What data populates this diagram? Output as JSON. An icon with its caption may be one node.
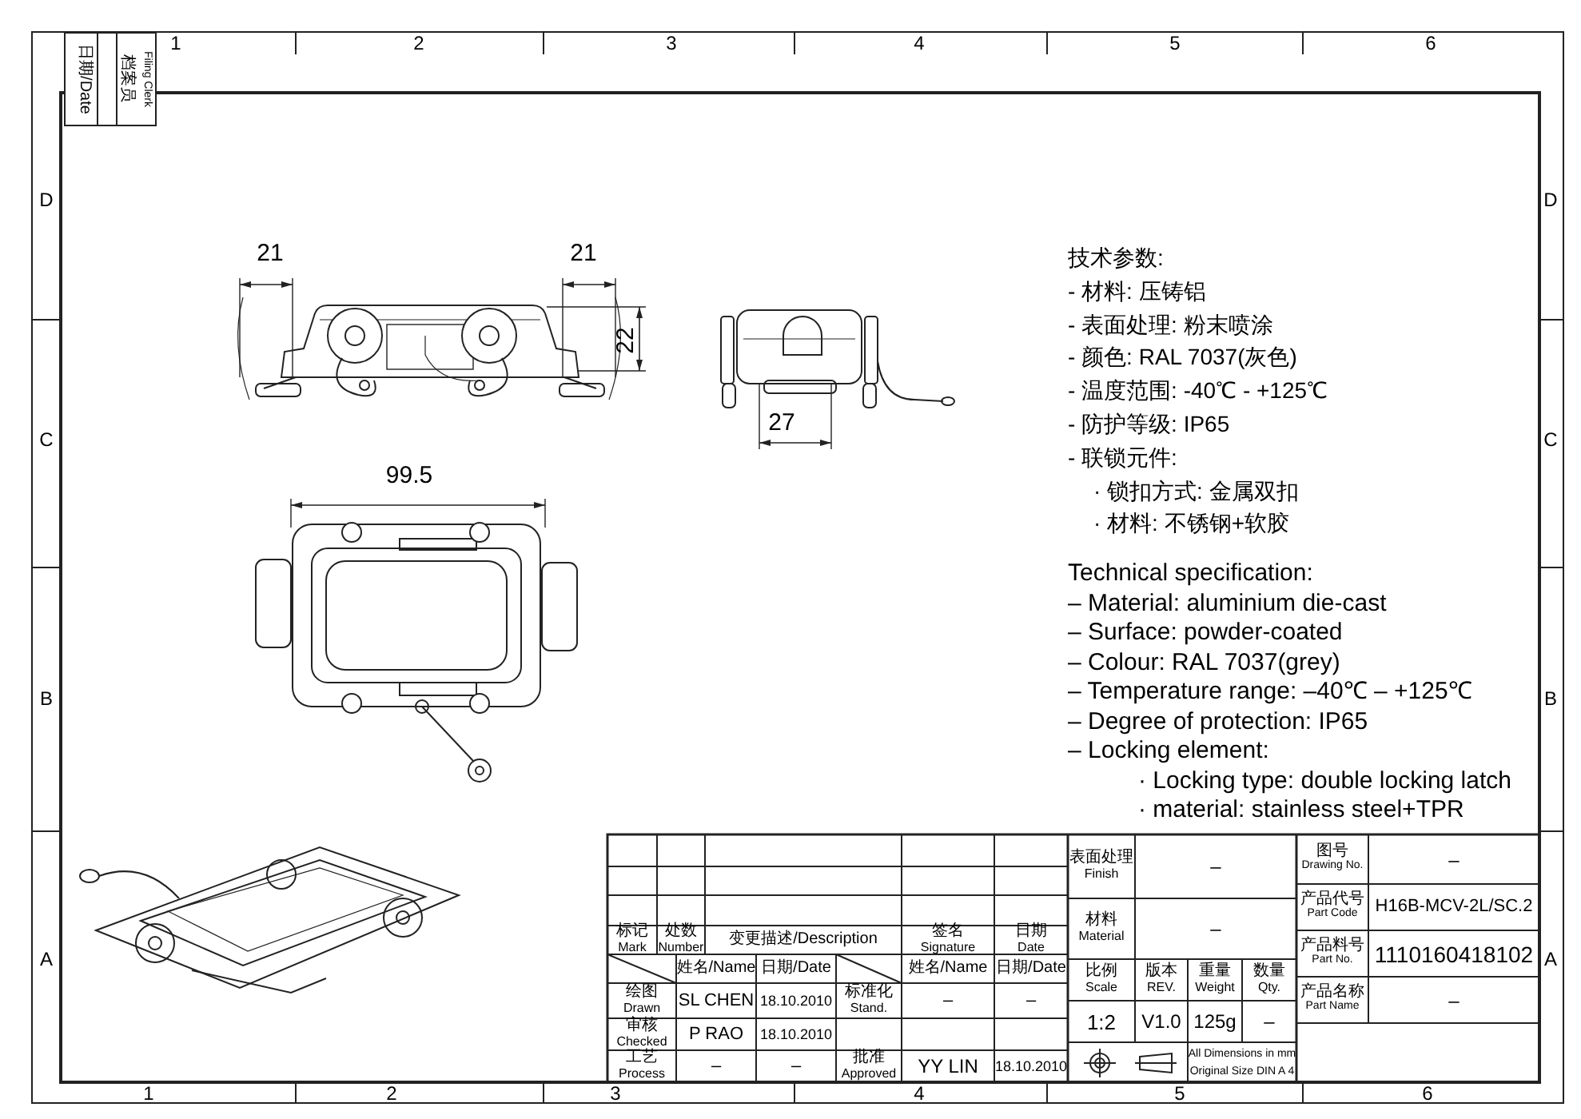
{
  "diagram": {
    "labels": [
      "日期/Date",
      "档案员",
      "Filing Clerk",
      "1",
      "2",
      "3",
      "4",
      "5",
      "6",
      "D",
      "C",
      "B",
      "A",
      "D",
      "C",
      "B",
      "A",
      "21",
      "21",
      "22",
      "27",
      "99.5",
      "技术参数:",
      "- 材料: 压铸铝",
      "- 表面处理: 粉末喷涂",
      "- 颜色: RAL 7037(灰色)",
      "- 温度范围: -40℃ - +125℃",
      "- 防护等级: IP65",
      "- 联锁元件:",
      "· 锁扣方式: 金属双扣",
      "· 材料: 不锈钢+软胶",
      "Technical specification:",
      "– Material: aluminium die-cast",
      "– Surface: powder-coated",
      "– Colour: RAL 7037(grey)",
      "– Temperature range: –40℃ – +125℃",
      "– Degree of protection: IP65",
      "– Locking element:",
      "· Locking type: double locking latch",
      "· material: stainless steel+TPR",
      "标记",
      "Mark",
      "处数",
      "Number",
      "变更描述/Description",
      "签名",
      "Signature",
      "日期",
      "Date",
      "姓名/Name",
      "日期/Date",
      "姓名/Name",
      "日期/Date",
      "绘图",
      "Drawn",
      "SL CHEN",
      "18.10.2010",
      "标准化",
      "Stand.",
      "–",
      "–",
      "审核",
      "Checked",
      "P RAO",
      "18.10.2010",
      "工艺",
      "Process",
      "–",
      "–",
      "批准",
      "Approved",
      "YY LIN",
      "18.10.2010",
      "表面处理",
      "Finish",
      "–",
      "材料",
      "Material",
      "–",
      "比例",
      "Scale",
      "版本",
      "REV.",
      "重量",
      "Weight",
      "数量",
      "Qty.",
      "1:2",
      "V1.0",
      "125g",
      "–",
      "All Dimensions in mm",
      "Original Size DIN A 4",
      "图号",
      "Drawing No.",
      "–",
      "产品代号",
      "Part Code",
      "H16B-MCV-2L/SC.2",
      "产品料号",
      "Part No.",
      "1110160418102",
      "产品名称",
      "Part Name",
      "–",
      "1",
      "2",
      "3",
      "4",
      "5",
      "6"
    ]
  }
}
